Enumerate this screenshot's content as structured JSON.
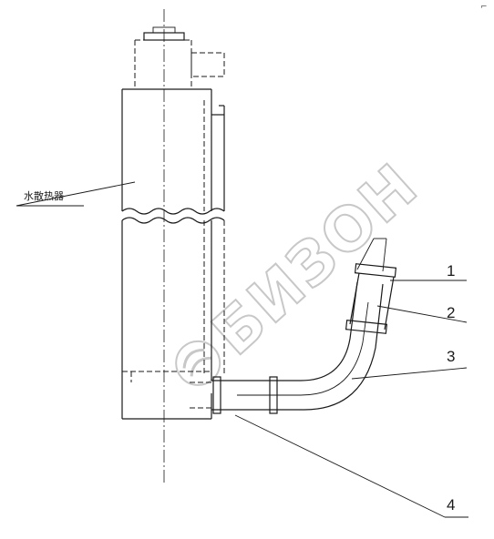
{
  "watermark": {
    "text": "БИЗОН"
  },
  "corner_mark": "⌐",
  "radiator_label": "水散热器",
  "callouts": [
    {
      "number": "1"
    },
    {
      "number": "2"
    },
    {
      "number": "3"
    },
    {
      "number": "4"
    }
  ]
}
